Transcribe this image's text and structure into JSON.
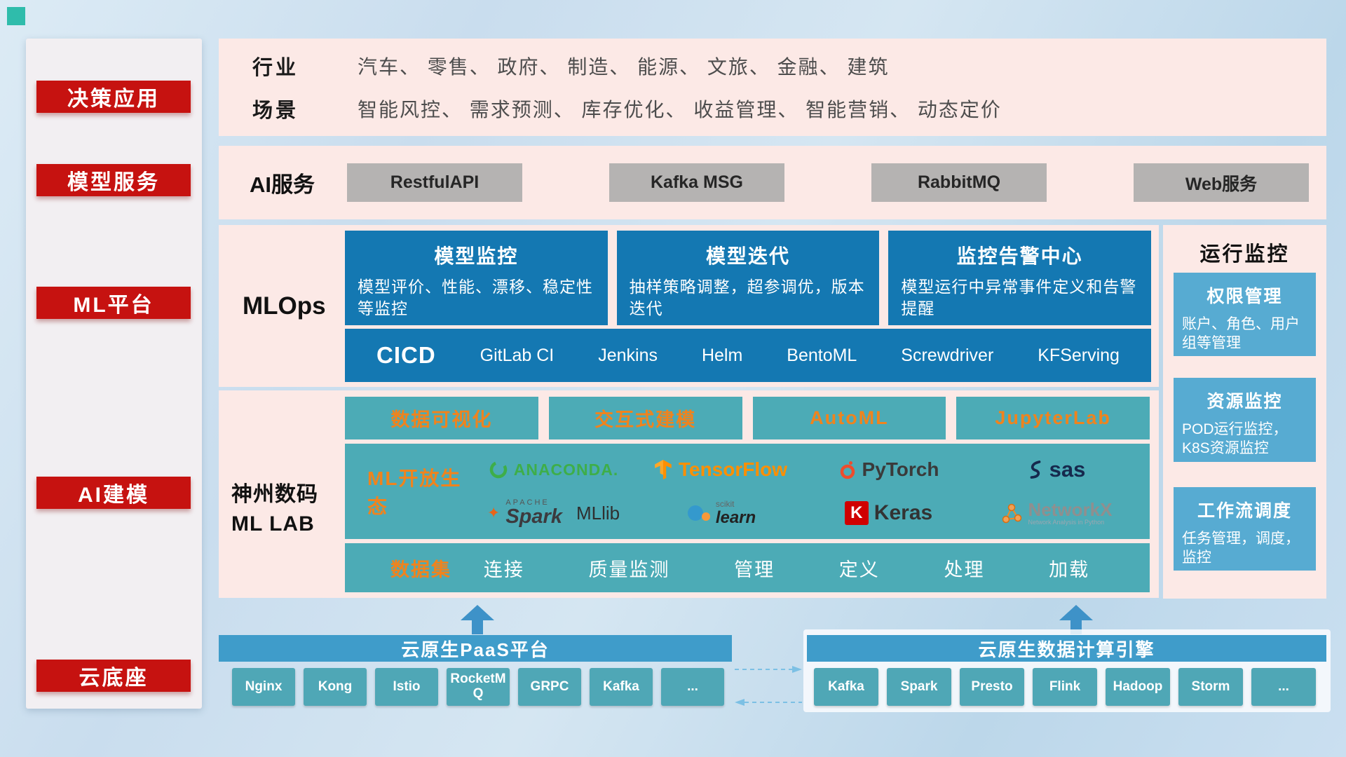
{
  "sidebar": {
    "items": [
      "决策应用",
      "模型服务",
      "ML平台",
      "AI建模",
      "云底座"
    ]
  },
  "decision_row": {
    "industry_label": "行业",
    "industry_text": "汽车、 零售、 政府、 制造、 能源、 文旅、 金融、 建筑",
    "scene_label": "场景",
    "scene_text": "智能风控、 需求预测、 库存优化、 收益管理、 智能营销、 动态定价"
  },
  "service_row": {
    "label": "AI服务",
    "buttons": [
      "RestfulAPI",
      "Kafka MSG",
      "RabbitMQ",
      "Web服务"
    ]
  },
  "mlops": {
    "label": "MLOps",
    "cards": [
      {
        "title": "模型监控",
        "desc": "模型评价、性能、漂移、稳定性等监控"
      },
      {
        "title": "模型迭代",
        "desc": "抽样策略调整，超参调优，版本迭代"
      },
      {
        "title": "监控告警中心",
        "desc": "模型运行中异常事件定义和告警提醒"
      }
    ],
    "cicd_title": "CICD",
    "cicd_tools": [
      "GitLab CI",
      "Jenkins",
      "Helm",
      "BentoML",
      "Screwdriver",
      "KFServing"
    ]
  },
  "mllab": {
    "label_line1": "神州数码",
    "label_line2": "ML LAB",
    "tools": [
      "数据可视化",
      "交互式建模",
      "AutoML",
      "JupyterLab"
    ],
    "eco_label": "ML开放生态",
    "logos": {
      "anaconda": "ANACONDA.",
      "tensorflow": "TensorFlow",
      "pytorch": "PyTorch",
      "sas": "sas",
      "spark_apache": "APACHE",
      "spark": "Spark",
      "mllib": "MLlib",
      "scikit": "scikit",
      "learn": "learn",
      "keras_k": "K",
      "keras": "Keras",
      "networkx": "NetworkX",
      "networkx_sub": "Network Analysis in Python"
    },
    "data_bar_first": "数据集",
    "data_bar_items": [
      "连接",
      "质量监测",
      "管理",
      "定义",
      "处理",
      "加载"
    ]
  },
  "monitor": {
    "title": "运行监控",
    "cards": [
      {
        "title": "权限管理",
        "desc": "账户、角色、用户组等管理"
      },
      {
        "title": "资源监控",
        "desc": "POD运行监控，K8S资源监控"
      },
      {
        "title": "工作流调度",
        "desc": "任务管理，调度，监控"
      }
    ]
  },
  "cloud": {
    "paas_title": "云原生PaaS平台",
    "paas_items": [
      "Nginx",
      "Kong",
      "Istio",
      "RocketMQ",
      "GRPC",
      "Kafka",
      "..."
    ],
    "engine_title": "云原生数据计算引擎",
    "engine_items": [
      "Kafka",
      "Spark",
      "Presto",
      "Flink",
      "Hadoop",
      "Storm",
      "..."
    ]
  },
  "colors": {
    "badge_red": "#c61210",
    "panel_pink": "#fce9e6",
    "deep_blue": "#1478b2",
    "teal": "#4cabb6",
    "light_blue_card": "#57abd2",
    "header_blue": "#3f9cca",
    "chip_teal": "#4fa7b6",
    "accent_orange": "#f0831d",
    "gray_button": "#b5b3b2"
  }
}
